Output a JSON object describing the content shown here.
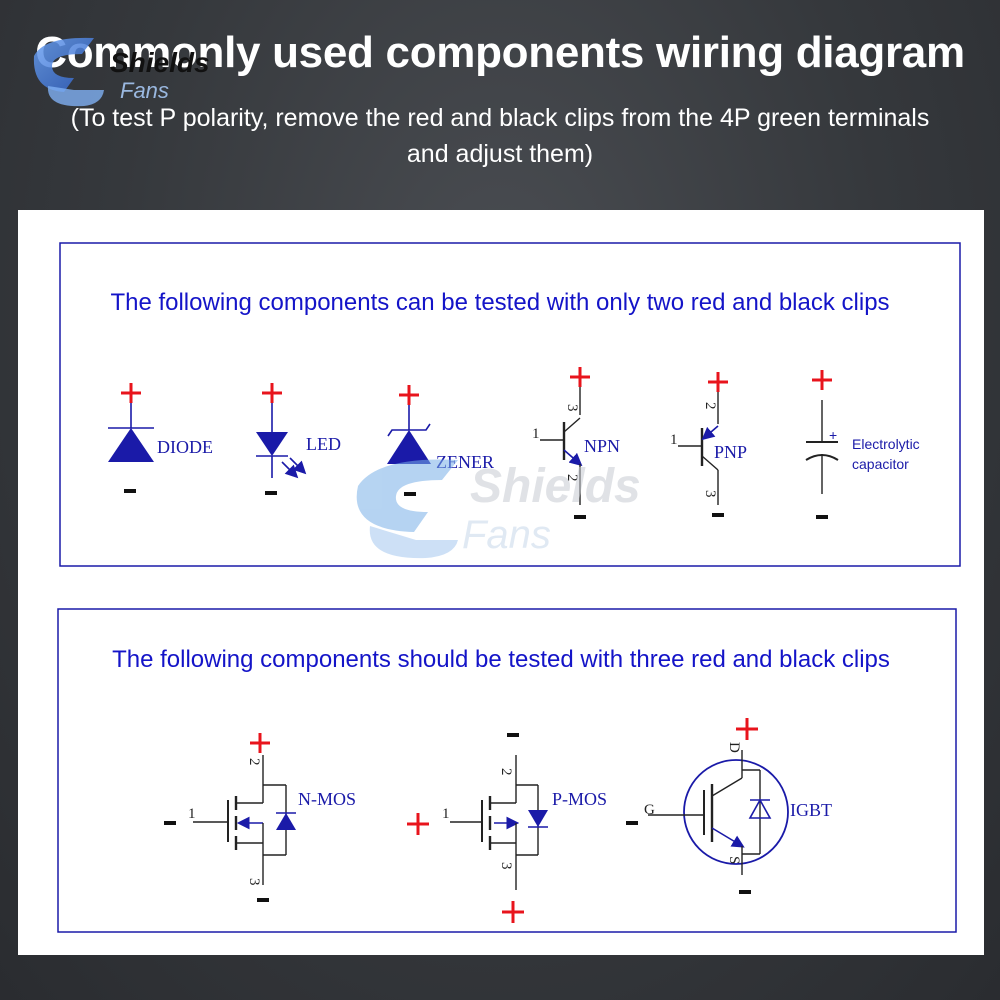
{
  "header": {
    "title": "Commonly used components wiring diagram",
    "subtitle": "(To test P polarity, remove the red and black clips from the 4P green terminals and adjust them)"
  },
  "watermark": {
    "brand_top": "Shields",
    "brand_bottom": "Fans"
  },
  "box_two_clips": {
    "heading": "The following components can be tested with only two red and black clips",
    "components": [
      {
        "name": "DIODE"
      },
      {
        "name": "LED"
      },
      {
        "name": "ZENER"
      },
      {
        "name": "NPN",
        "pins": [
          "1",
          "3",
          "2"
        ]
      },
      {
        "name": "PNP",
        "pins": [
          "1",
          "2",
          "3"
        ]
      },
      {
        "name": "Electrolytic",
        "name2": "capacitor",
        "mark": "+"
      }
    ]
  },
  "box_three_clips": {
    "heading": "The following components should be tested with three red and black clips",
    "components": [
      {
        "name": "N-MOS",
        "pins": [
          "1",
          "2",
          "3"
        ]
      },
      {
        "name": "P-MOS",
        "pins": [
          "1",
          "2",
          "3"
        ]
      },
      {
        "name": "IGBT",
        "pins": [
          "G",
          "D",
          "S"
        ]
      }
    ]
  },
  "colors": {
    "background": "#35383c",
    "heading_blue": "#1414c8",
    "symbol_blue": "#1a1aa8",
    "plus_red": "#e8141c",
    "watermark_blue": "#5a8ad6"
  }
}
